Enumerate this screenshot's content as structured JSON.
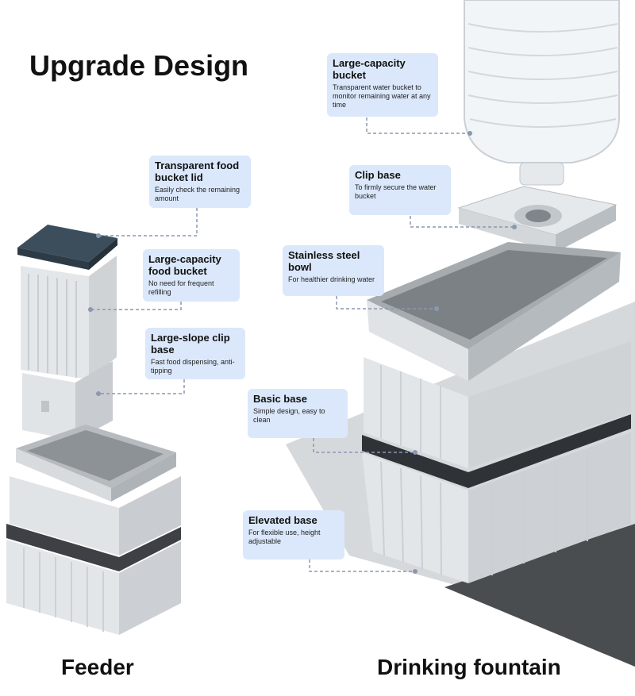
{
  "title": "Upgrade Design",
  "captions": {
    "feeder": "Feeder",
    "fountain": "Drinking fountain"
  },
  "callouts": {
    "food_lid": {
      "title": "Transparent food bucket lid",
      "desc": "Easily check the remaining amount"
    },
    "food_bucket": {
      "title": "Large-capacity food bucket",
      "desc": "No need for frequent refilling"
    },
    "slope_clip": {
      "title": "Large-slope clip base",
      "desc": "Fast food dispensing, anti-tipping"
    },
    "water_bucket": {
      "title": "Large-capacity bucket",
      "desc": "Transparent water bucket to monitor remaining water at any time"
    },
    "clip_base": {
      "title": "Clip base",
      "desc": "To firmly secure the water bucket"
    },
    "steel_bowl": {
      "title": "Stainless steel bowl",
      "desc": "For healthier drinking water"
    },
    "basic_base": {
      "title": "Basic base",
      "desc": "Simple design, easy to clean"
    },
    "elevated_base": {
      "title": "Elevated base",
      "desc": "For flexible use, height adjustable"
    }
  },
  "colors": {
    "callout_bg": "#dbe8fb",
    "leader_line": "#8a98b0",
    "lid": "#3c4e5c",
    "body": "#e3e6e8"
  }
}
